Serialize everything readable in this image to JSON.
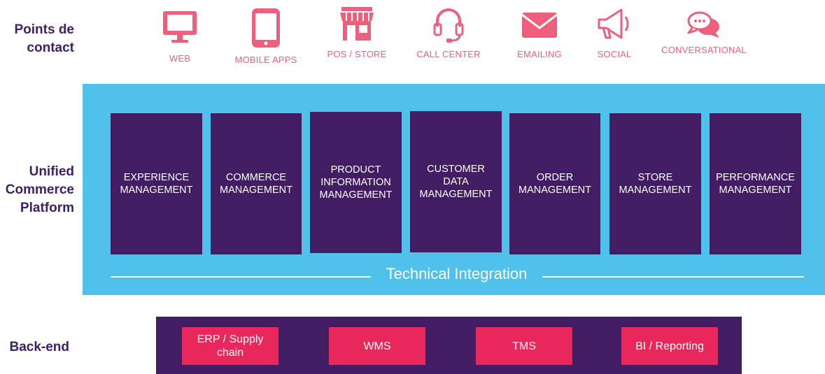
{
  "row_labels": {
    "contact": "Points de\ncontact",
    "platform": "Unified\nCommerce\nPlatform",
    "backend": "Back-end"
  },
  "channels": [
    {
      "label": "WEB",
      "icon": "monitor-icon"
    },
    {
      "label": "MOBILE APPS",
      "icon": "tablet-icon"
    },
    {
      "label": "POS / STORE",
      "icon": "storefront-icon"
    },
    {
      "label": "CALL CENTER",
      "icon": "headset-icon"
    },
    {
      "label": "EMAILING",
      "icon": "envelope-icon"
    },
    {
      "label": "SOCIAL",
      "icon": "megaphone-icon"
    },
    {
      "label": "CONVERSATIONAL",
      "icon": "chat-bubbles-icon"
    }
  ],
  "modules": [
    "EXPERIENCE\nMANAGEMENT",
    "COMMERCE\nMANAGEMENT",
    "PRODUCT\nINFORMATION\nMANAGEMENT",
    "CUSTOMER\nDATA\nMANAGEMENT",
    "ORDER\nMANAGEMENT",
    "STORE\nMANAGEMENT",
    "PERFORMANCE\nMANAGEMENT"
  ],
  "integration_label": "Technical Integration",
  "backend": [
    "ERP / Supply\nchain",
    "WMS",
    "TMS",
    "BI / Reporting"
  ],
  "colors": {
    "pink": "#ee5f7e",
    "purple": "#421d64",
    "blue": "#4fc1ea",
    "red": "#e8285a",
    "label_purple": "#3e1f66"
  }
}
